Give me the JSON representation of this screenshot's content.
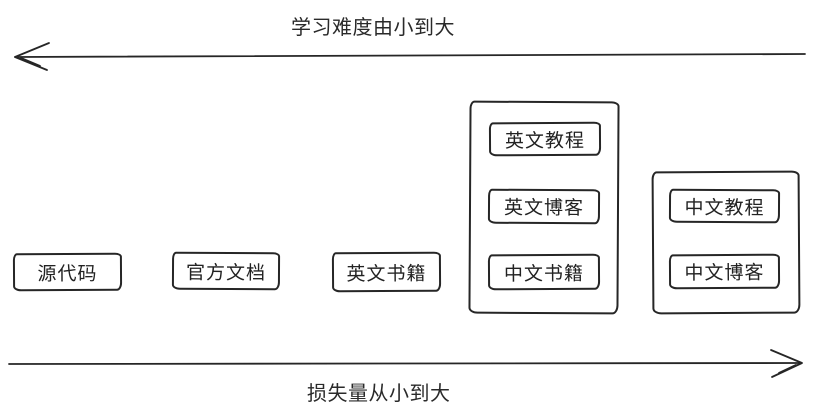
{
  "diagram": {
    "background": "#ffffff",
    "stroke_color": "#262626",
    "axes": {
      "difficulty": {
        "label": "学习难度由小到大",
        "direction": "left"
      },
      "loss": {
        "label": "损失量从小到大",
        "direction": "right"
      }
    },
    "boxes": [
      {
        "id": "source-code",
        "label": "源代码"
      },
      {
        "id": "official-docs",
        "label": "官方文档"
      },
      {
        "id": "english-books",
        "label": "英文书籍"
      }
    ],
    "groups": [
      {
        "id": "group-1",
        "items": [
          {
            "id": "english-tutorials",
            "label": "英文教程"
          },
          {
            "id": "english-blogs",
            "label": "英文博客"
          },
          {
            "id": "chinese-books",
            "label": "中文书籍"
          }
        ]
      },
      {
        "id": "group-2",
        "items": [
          {
            "id": "chinese-tutorials",
            "label": "中文教程"
          },
          {
            "id": "chinese-blogs",
            "label": "中文博客"
          }
        ]
      }
    ]
  }
}
